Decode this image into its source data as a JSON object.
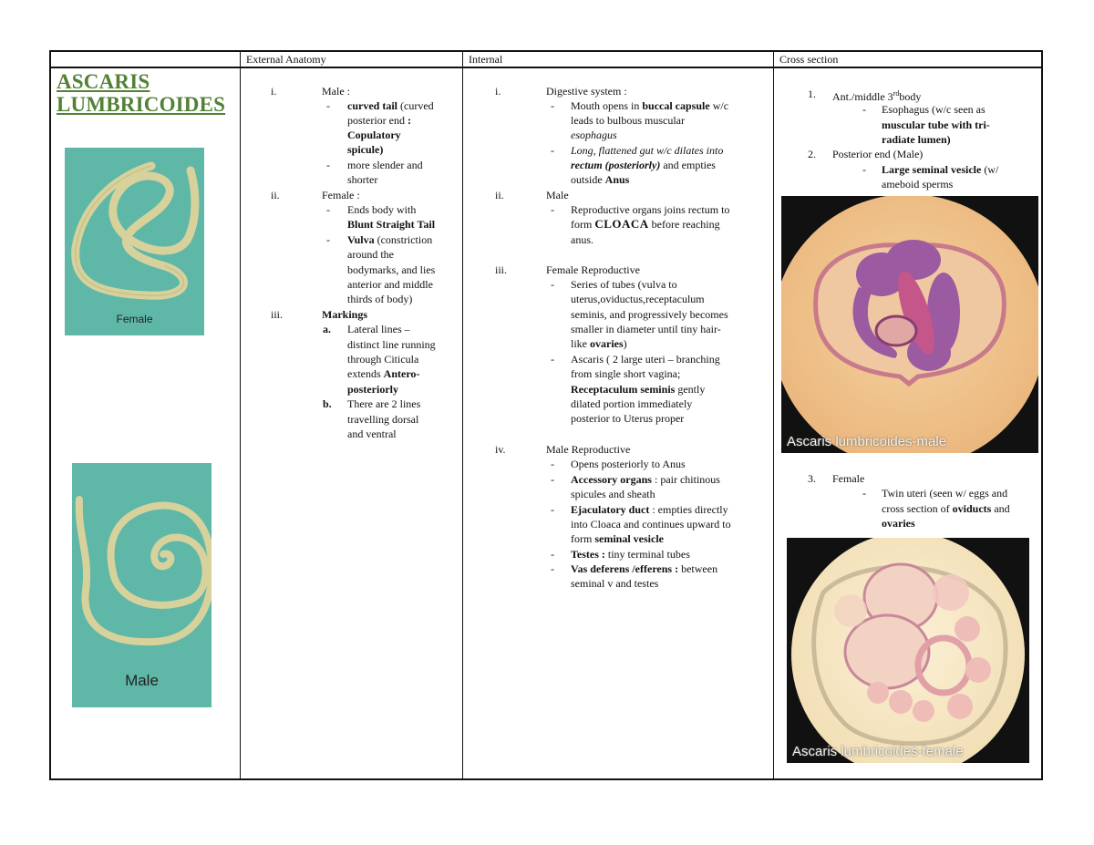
{
  "table": {
    "headers": [
      "",
      "External Anatomy",
      "Internal",
      "Cross section"
    ]
  },
  "title": {
    "line1": "ASCARIS",
    "line2": "LUMBRICOIDES",
    "color": "#538135"
  },
  "photos": {
    "female_label": "Female",
    "male_label": "Male"
  },
  "external": {
    "i_num": "i.",
    "i_label": "Male :",
    "i_b1_bold": "curved tail",
    "i_b1_rest1": " (curved",
    "i_b1_line2": "posterior end ",
    "i_b1_line2_bold": ":",
    "i_b1_line3": "Copulatory",
    "i_b1_line4": "spicule)",
    "i_b2_line1": "more slender and",
    "i_b2_line2": "shorter",
    "ii_num": "ii.",
    "ii_label": "Female :",
    "ii_b1_line1": " Ends body with",
    "ii_b1_line2": "Blunt Straight Tail",
    "ii_b2_bold": "Vulva",
    "ii_b2_rest": " (constriction",
    "ii_b2_line2": "around the",
    "ii_b2_line3": "bodymarks, and lies",
    "ii_b2_line4": "anterior and middle",
    "ii_b2_line5": "thirds of body)",
    "iii_num": "iii.",
    "iii_label": "Markings",
    "iii_a": "a.",
    "iii_a_line1": "Lateral lines –",
    "iii_a_line2": "distinct line running",
    "iii_a_line3": "through Citicula",
    "iii_a_line4": "extends ",
    "iii_a_line4_bold": "Antero-",
    "iii_a_line5": "posteriorly",
    "iii_b": "b.",
    "iii_b_line1": "There are 2 lines",
    "iii_b_line2": "travelling dorsal",
    "iii_b_line3": "and ventral"
  },
  "internal": {
    "i_num": "i.",
    "i_label": "Digestive system :",
    "i_b1_a": "Mouth opens in ",
    "i_b1_bold": "buccal capsule",
    "i_b1_b": " w/c",
    "i_b1_line2": "leads to bulbous muscular",
    "i_b1_line3": "esophagus",
    "i_b2_line1": "Long, flattened gut  w/c dilates into",
    "i_b2_bold": "rectum (posteriorly)",
    "i_b2_rest": "  and empties",
    "i_b2_line3a": "outside ",
    "i_b2_line3b": "Anus",
    "ii_num": "ii.",
    "ii_label": "Male",
    "ii_b1_line1": "Reproductive organs joins rectum to",
    "ii_b1_line2a": "form  ",
    "ii_b1_line2b": "CLOACA",
    "ii_b1_line2c": "  before reaching",
    "ii_b1_line3": "anus.",
    "iii_num": "iii.",
    "iii_label": "Female Reproductive",
    "iii_b1_line1": "Series of tubes (vulva to",
    "iii_b1_line2": "uterus,oviductus,receptaculum",
    "iii_b1_line3": "seminis, and progressively becomes",
    "iii_b1_line4": "smaller in diameter until tiny hair-",
    "iii_b1_line5a": "like ",
    "iii_b1_line5b": "ovaries",
    "iii_b1_line5c": ")",
    "iii_b2_line1": "Ascaris ( 2 large uteri – branching",
    "iii_b2_line2": "from single short vagina;",
    "iii_b2_line3a": "Receptaculum seminis",
    "iii_b2_line3b": " gently",
    "iii_b2_line4": "dilated portion immediately",
    "iii_b2_line5": "posterior to Uterus proper",
    "iv_num": "iv.",
    "iv_label": "Male Reproductive",
    "iv_b1": "Opens posteriorly to Anus",
    "iv_b2_bold": "Accessory organs",
    "iv_b2_rest": " : pair chitinous",
    "iv_b2_line2": "spicules and sheath",
    "iv_b3_bold": "Ejaculatory duct",
    "iv_b3_rest": " : empties directly",
    "iv_b3_line2": "into Cloaca and continues upward to",
    "iv_b3_line3a": "form ",
    "iv_b3_line3b": "seminal vesicle",
    "iv_b4_bold": "Testes :",
    "iv_b4_rest": " tiny terminal tubes",
    "iv_b5_bold": "Vas deferens /efferens :",
    "iv_b5_rest": " between",
    "iv_b5_line2": "seminal v and testes"
  },
  "cross": {
    "n1": "1.",
    "n1_label_a": "Ant./middle 3",
    "n1_label_sup": "rd",
    "n1_label_b": "body",
    "n1_b1_line1": "Esophagus (w/c seen as",
    "n1_b1_line2": "muscular tube with tri-",
    "n1_b1_line3": "radiate lumen)",
    "n2": "2.",
    "n2_label": "Posterior end (Male)",
    "n2_b1_a": "Large ",
    "n2_b1_bold": "seminal vesicle",
    "n2_b1_rest": " (w/",
    "n2_b1_line2": "ameboid sperms",
    "male_caption": "Ascaris lumbricoides-male",
    "n3": "3.",
    "n3_label": "Female",
    "n3_b1_line1": "Twin uteri (seen w/ eggs and",
    "n3_b1_line2a": "cross section of ",
    "n3_b1_line2b": "oviducts",
    "n3_b1_line2c": " and",
    "n3_b1_line3": "ovaries",
    "female_caption": "Ascaris lumbricoides-female"
  },
  "dash": "-"
}
